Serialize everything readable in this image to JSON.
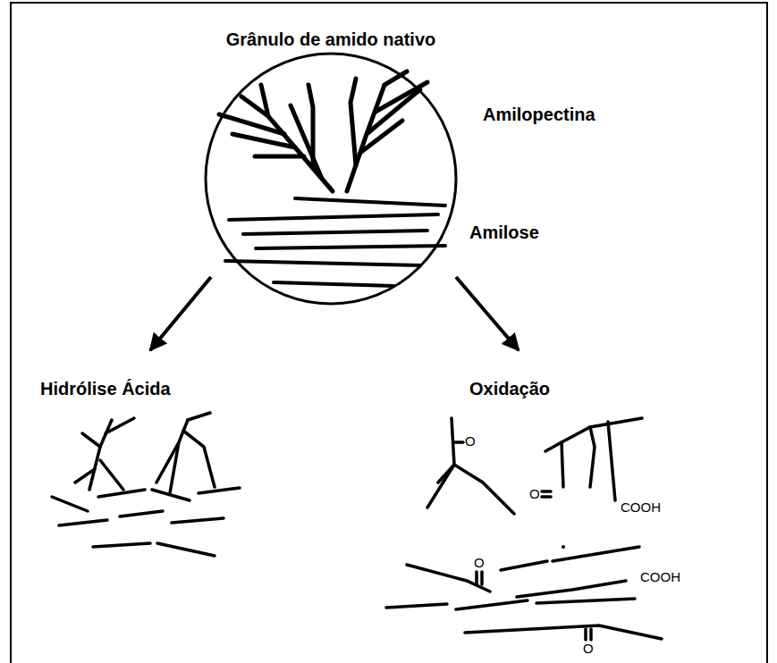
{
  "diagram": {
    "nodes": [
      {
        "text": [
          "Grânulo de amido nativo"
        ]
      }
    ],
    "labels": [
      "Amilopectina",
      "Amilose",
      "Hidrólise Ácida",
      "Oxidação",
      "O",
      "O",
      "COOH",
      "O",
      "COOH",
      "O"
    ]
  }
}
